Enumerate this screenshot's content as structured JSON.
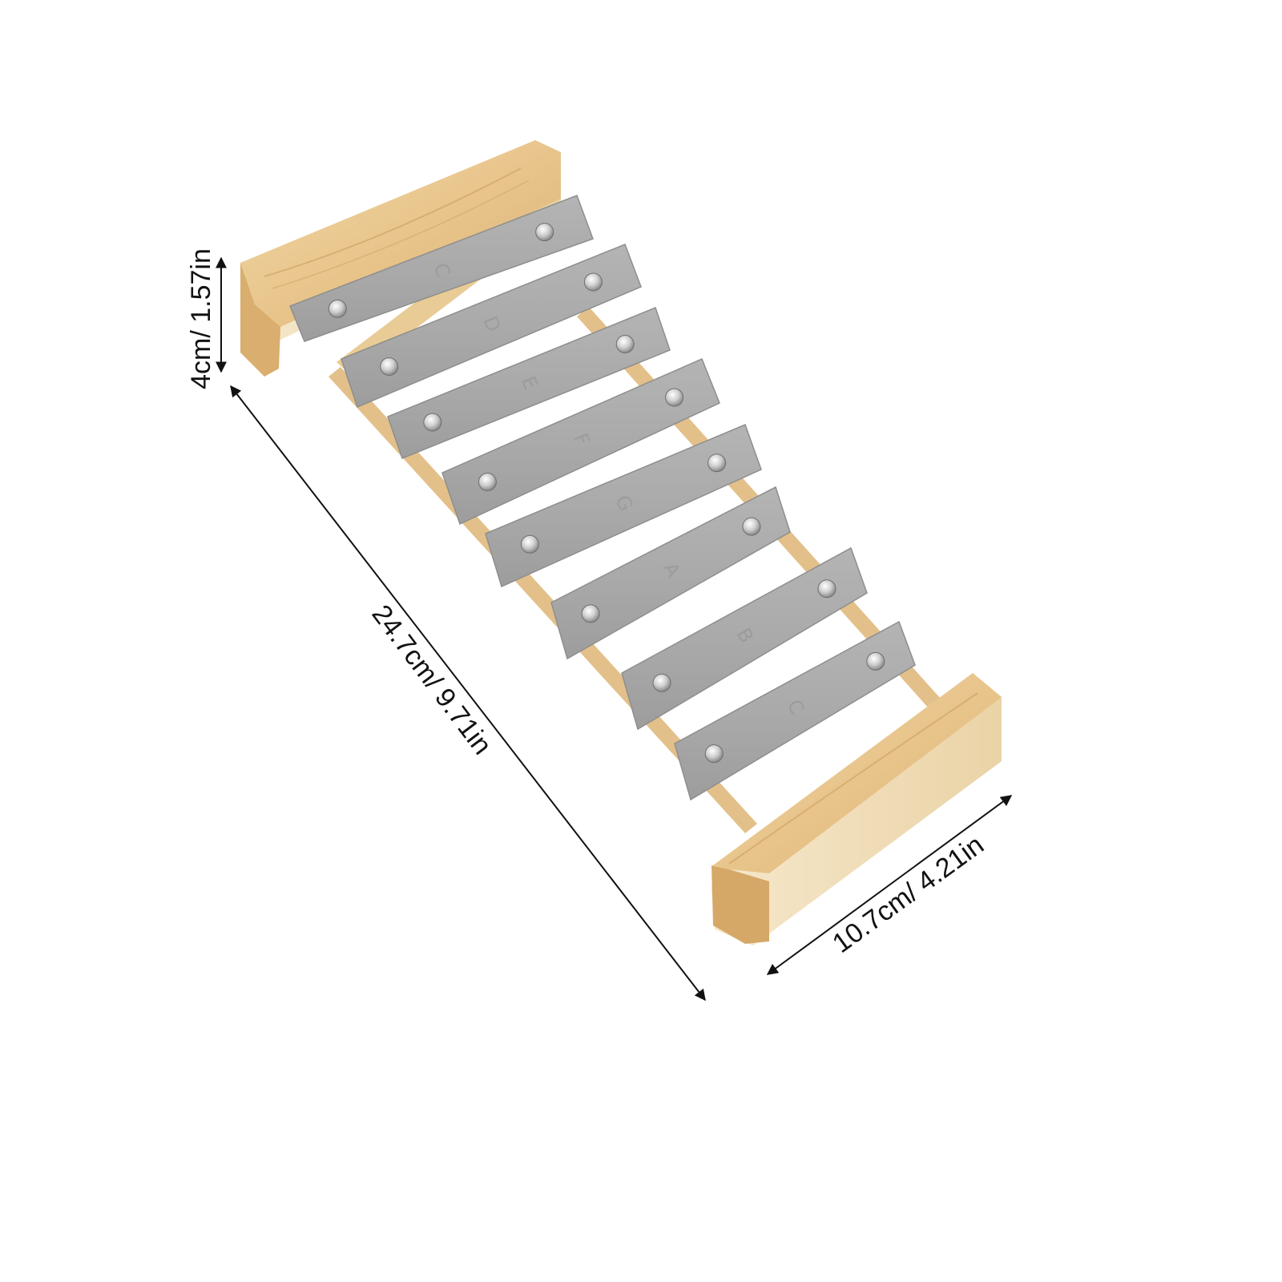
{
  "product": {
    "note_letters": [
      "C",
      "D",
      "E",
      "F",
      "G",
      "A",
      "B",
      "C"
    ]
  },
  "dimensions": {
    "height_label": "4cm/ 1.57in",
    "length_label": "24.7cm/ 9.71in",
    "width_label": "10.7cm/ 4.21in"
  },
  "colors": {
    "background": "#ffffff",
    "wood_light": "#f2dcb0",
    "wood_mid": "#e6c48a",
    "wood_dark": "#cfa060",
    "bar_metal": "#a9a9a9",
    "bar_edge": "#8e8e8e",
    "screw": "#d9d9d9",
    "dimension_line": "#111111"
  }
}
